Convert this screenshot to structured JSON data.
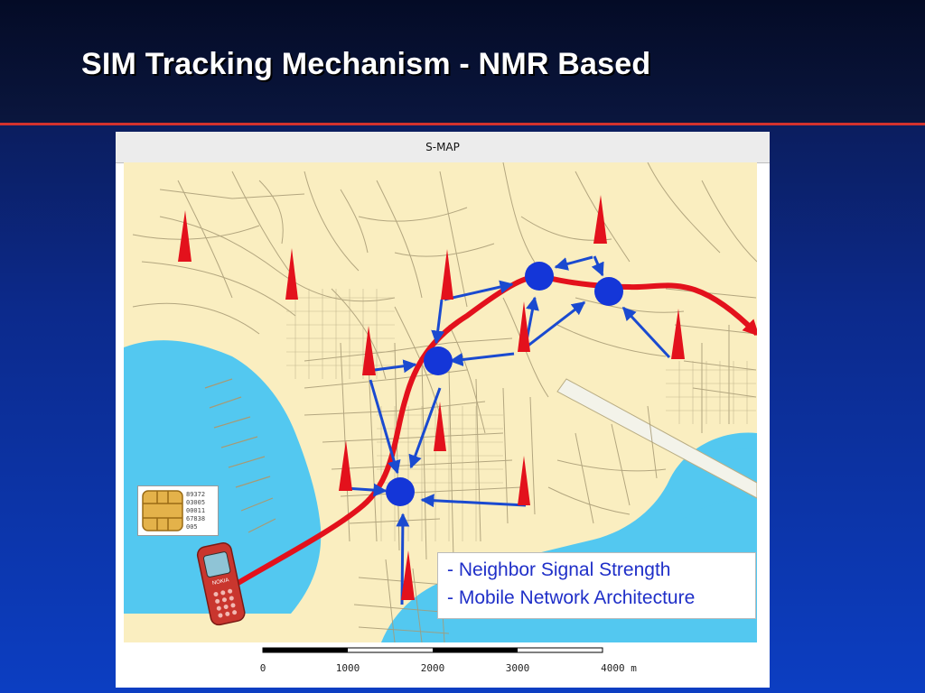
{
  "slide": {
    "title": "SIM Tracking Mechanism - NMR Based"
  },
  "map": {
    "title": "S-MAP",
    "scale_labels": [
      "0",
      "1000",
      "2000",
      "3000",
      "4000 m"
    ]
  },
  "info_box": {
    "lines": [
      "- Neighbor Signal Strength",
      "- Mobile Network Architecture"
    ]
  },
  "sim_card": {
    "digits": [
      "89372",
      "03005",
      "00011",
      "67838",
      "005"
    ]
  },
  "phone": {
    "brand": "NOKIA"
  },
  "colors": {
    "background": "#0c3ec2",
    "accent_rule": "#d2322d",
    "land": "#faeec0",
    "water": "#53c8f0",
    "track": "#e3111c",
    "node": "#1436d8",
    "arrow": "#1a4ad0",
    "tower": "#e3111c",
    "info_text": "#1f2fc8"
  },
  "icons": {
    "tower": "red-triangle",
    "node": "blue-circle",
    "phone": "mobile-phone-illustration",
    "sim": "sim-card-illustration"
  }
}
